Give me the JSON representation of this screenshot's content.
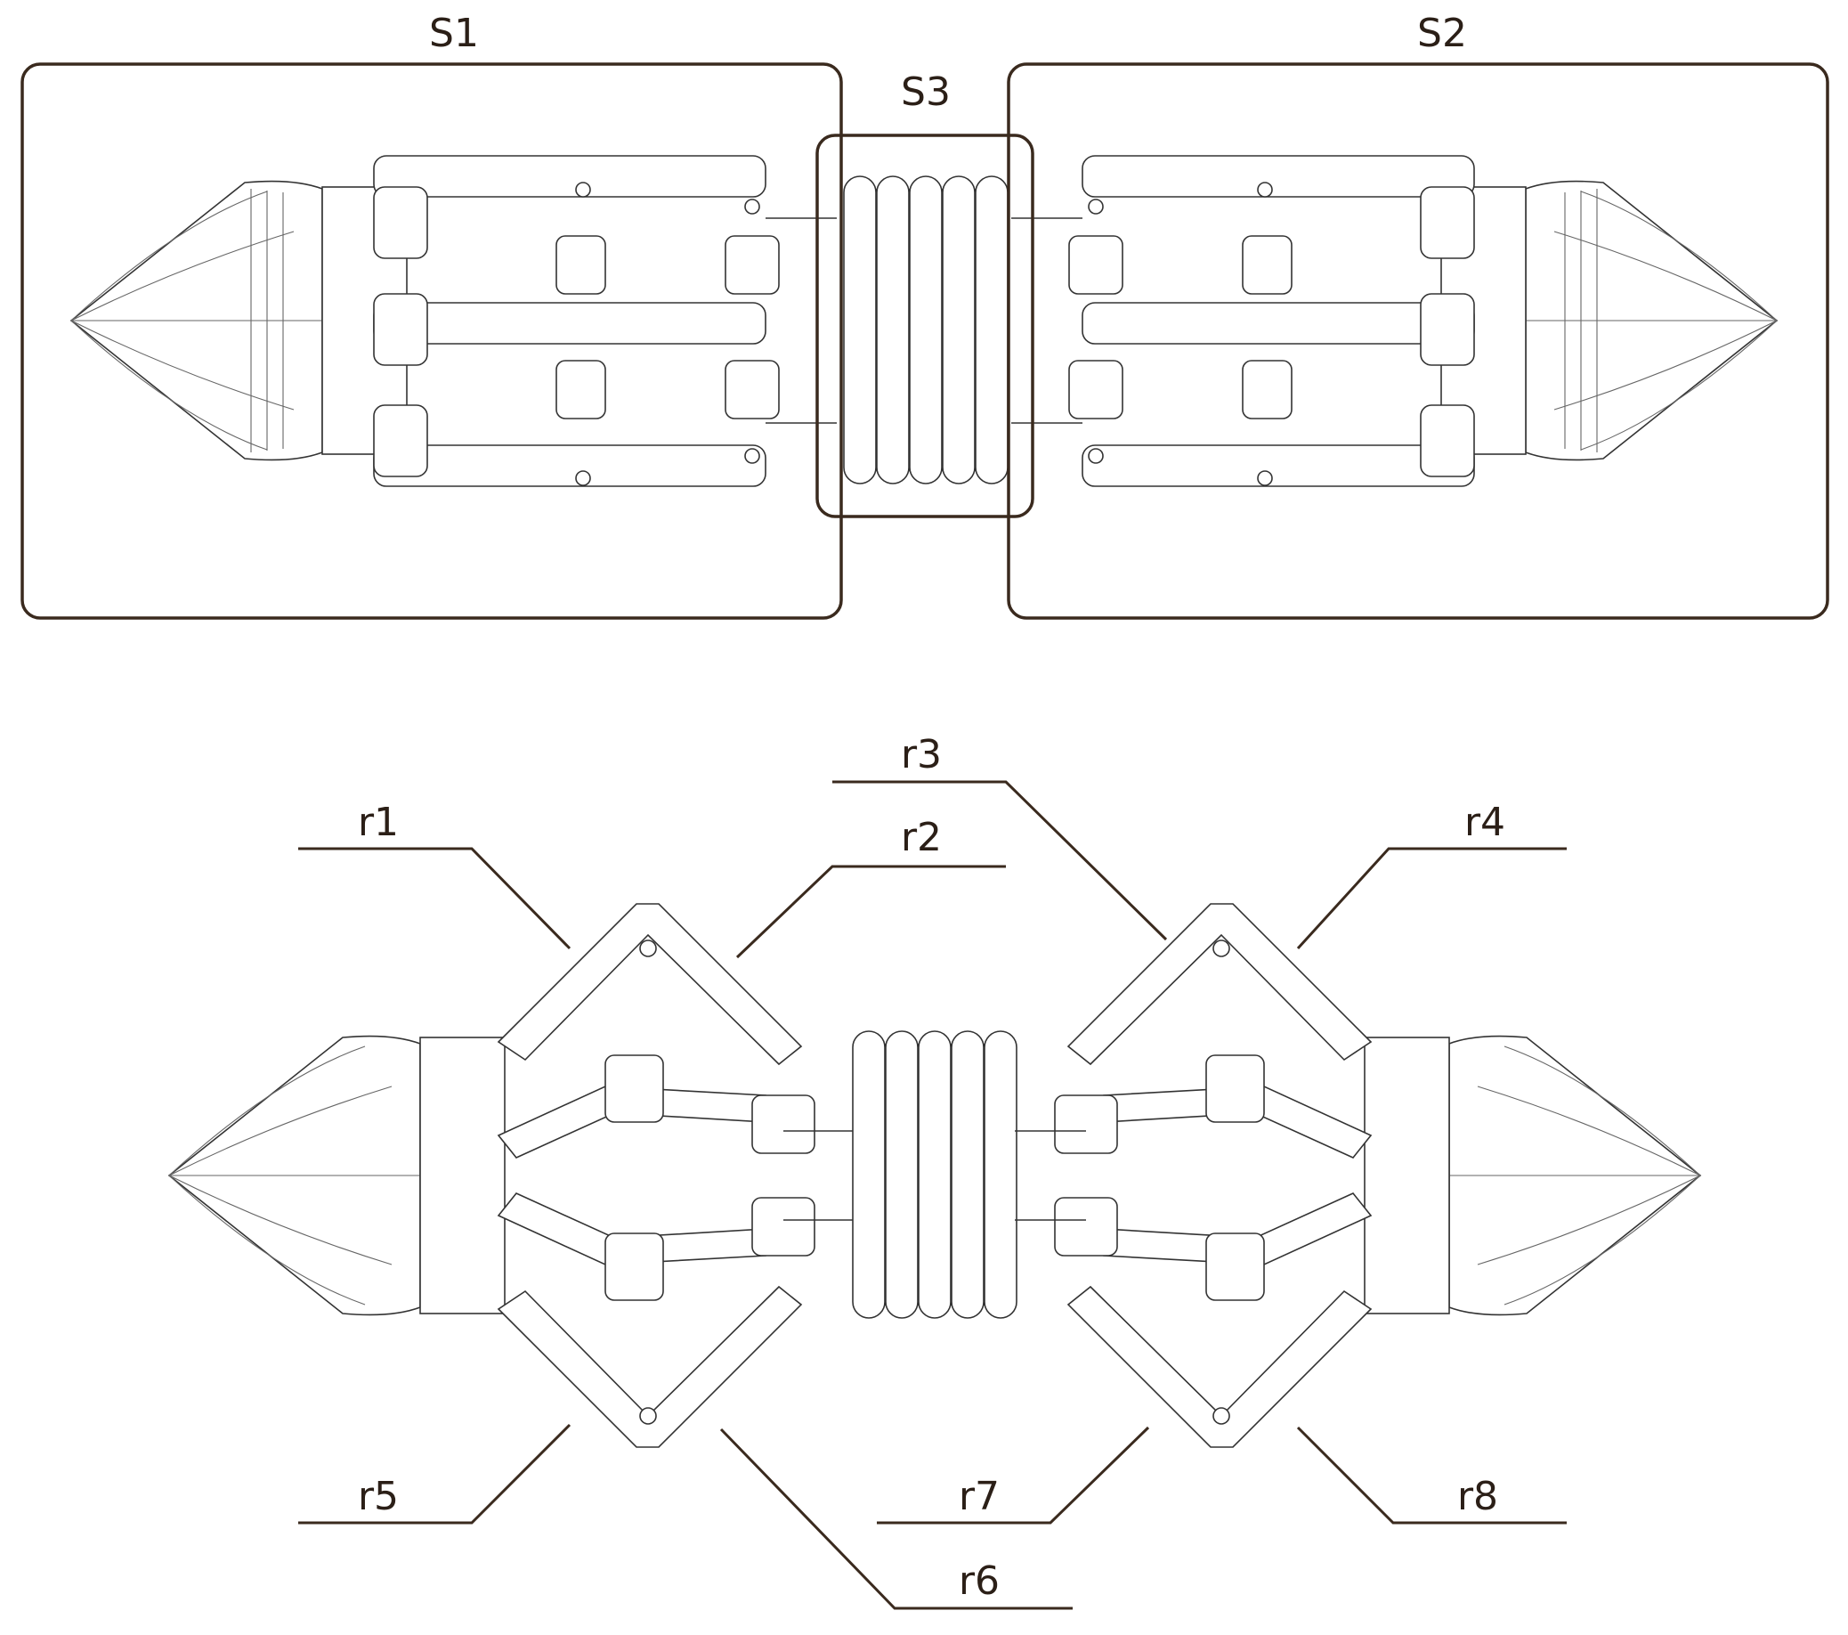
{
  "colors": {
    "frame": "#3a2a1e",
    "text": "#2b1f17",
    "drawing": "#333333"
  },
  "top_view": {
    "modules": [
      {
        "id": "S1",
        "label": "S1"
      },
      {
        "id": "S3",
        "label": "S3"
      },
      {
        "id": "S2",
        "label": "S2"
      }
    ]
  },
  "bottom_view": {
    "callouts": [
      {
        "id": "r1",
        "label": "r1"
      },
      {
        "id": "r2",
        "label": "r2"
      },
      {
        "id": "r3",
        "label": "r3"
      },
      {
        "id": "r4",
        "label": "r4"
      },
      {
        "id": "r5",
        "label": "r5"
      },
      {
        "id": "r6",
        "label": "r6"
      },
      {
        "id": "r7",
        "label": "r7"
      },
      {
        "id": "r8",
        "label": "r8"
      }
    ]
  }
}
